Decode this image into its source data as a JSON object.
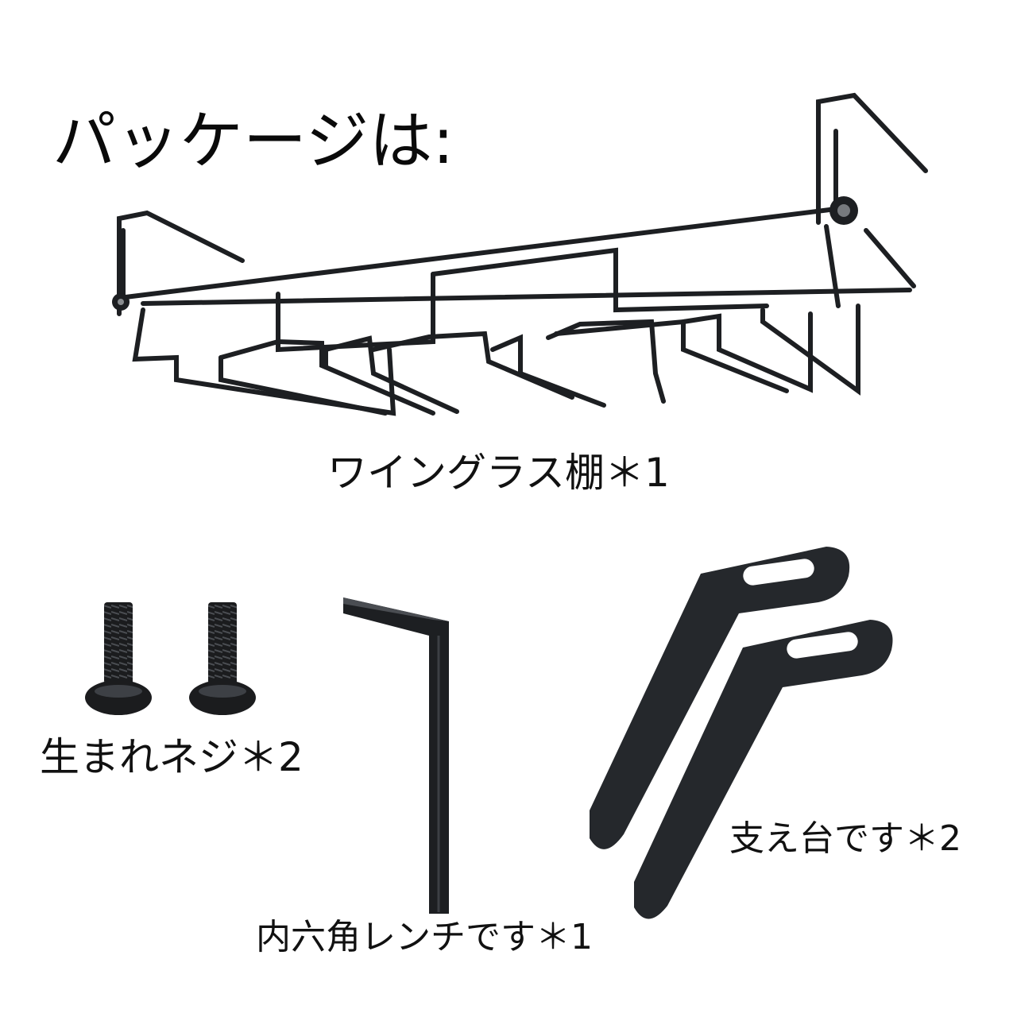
{
  "package_title": "パッケージは:",
  "items": {
    "wine_rack": "ワイングラス棚＊1",
    "screws": "生まれネジ＊2",
    "hex_wrench": "内六角レンチです＊1",
    "support_brackets": "支え台です＊2"
  },
  "colors": {
    "metal": "#1d1f22",
    "background": "#ffffff",
    "text": "#111111"
  }
}
